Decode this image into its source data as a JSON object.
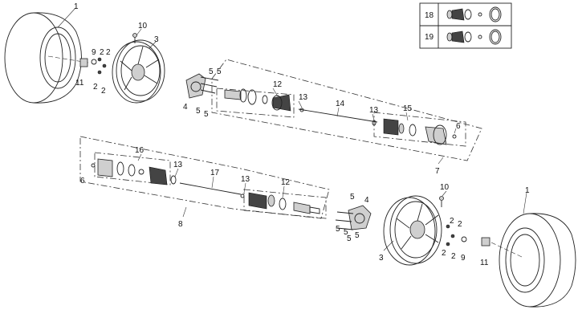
{
  "callouts": {
    "c1a": "1",
    "c10a": "10",
    "c3a": "3",
    "c9a": "9",
    "c2a": "2",
    "c2b": "2",
    "c2c": "2",
    "c2d": "2",
    "c11a": "11",
    "c5a": "5",
    "c5b": "5",
    "c4a": "4",
    "c5c": "5",
    "c5d": "5",
    "c12a": "12",
    "c13a": "13",
    "c14a": "14",
    "c13b": "13",
    "c15a": "15",
    "c6a": "6",
    "c7a": "7",
    "c16a": "16",
    "c6b": "6",
    "c13c": "13",
    "c17a": "17",
    "c13d": "13",
    "c12b": "12",
    "c8a": "8",
    "c5e": "5",
    "c4b": "4",
    "c10b": "10",
    "c1b": "1",
    "c5f": "5",
    "c5g": "5",
    "c5h": "5",
    "c5i": "5",
    "c2e": "2",
    "c2f": "2",
    "c2g": "2",
    "c2h": "2",
    "c9b": "9",
    "c11b": "11",
    "c3b": "3"
  },
  "legend": {
    "row1_number": "18",
    "row2_number": "19"
  }
}
